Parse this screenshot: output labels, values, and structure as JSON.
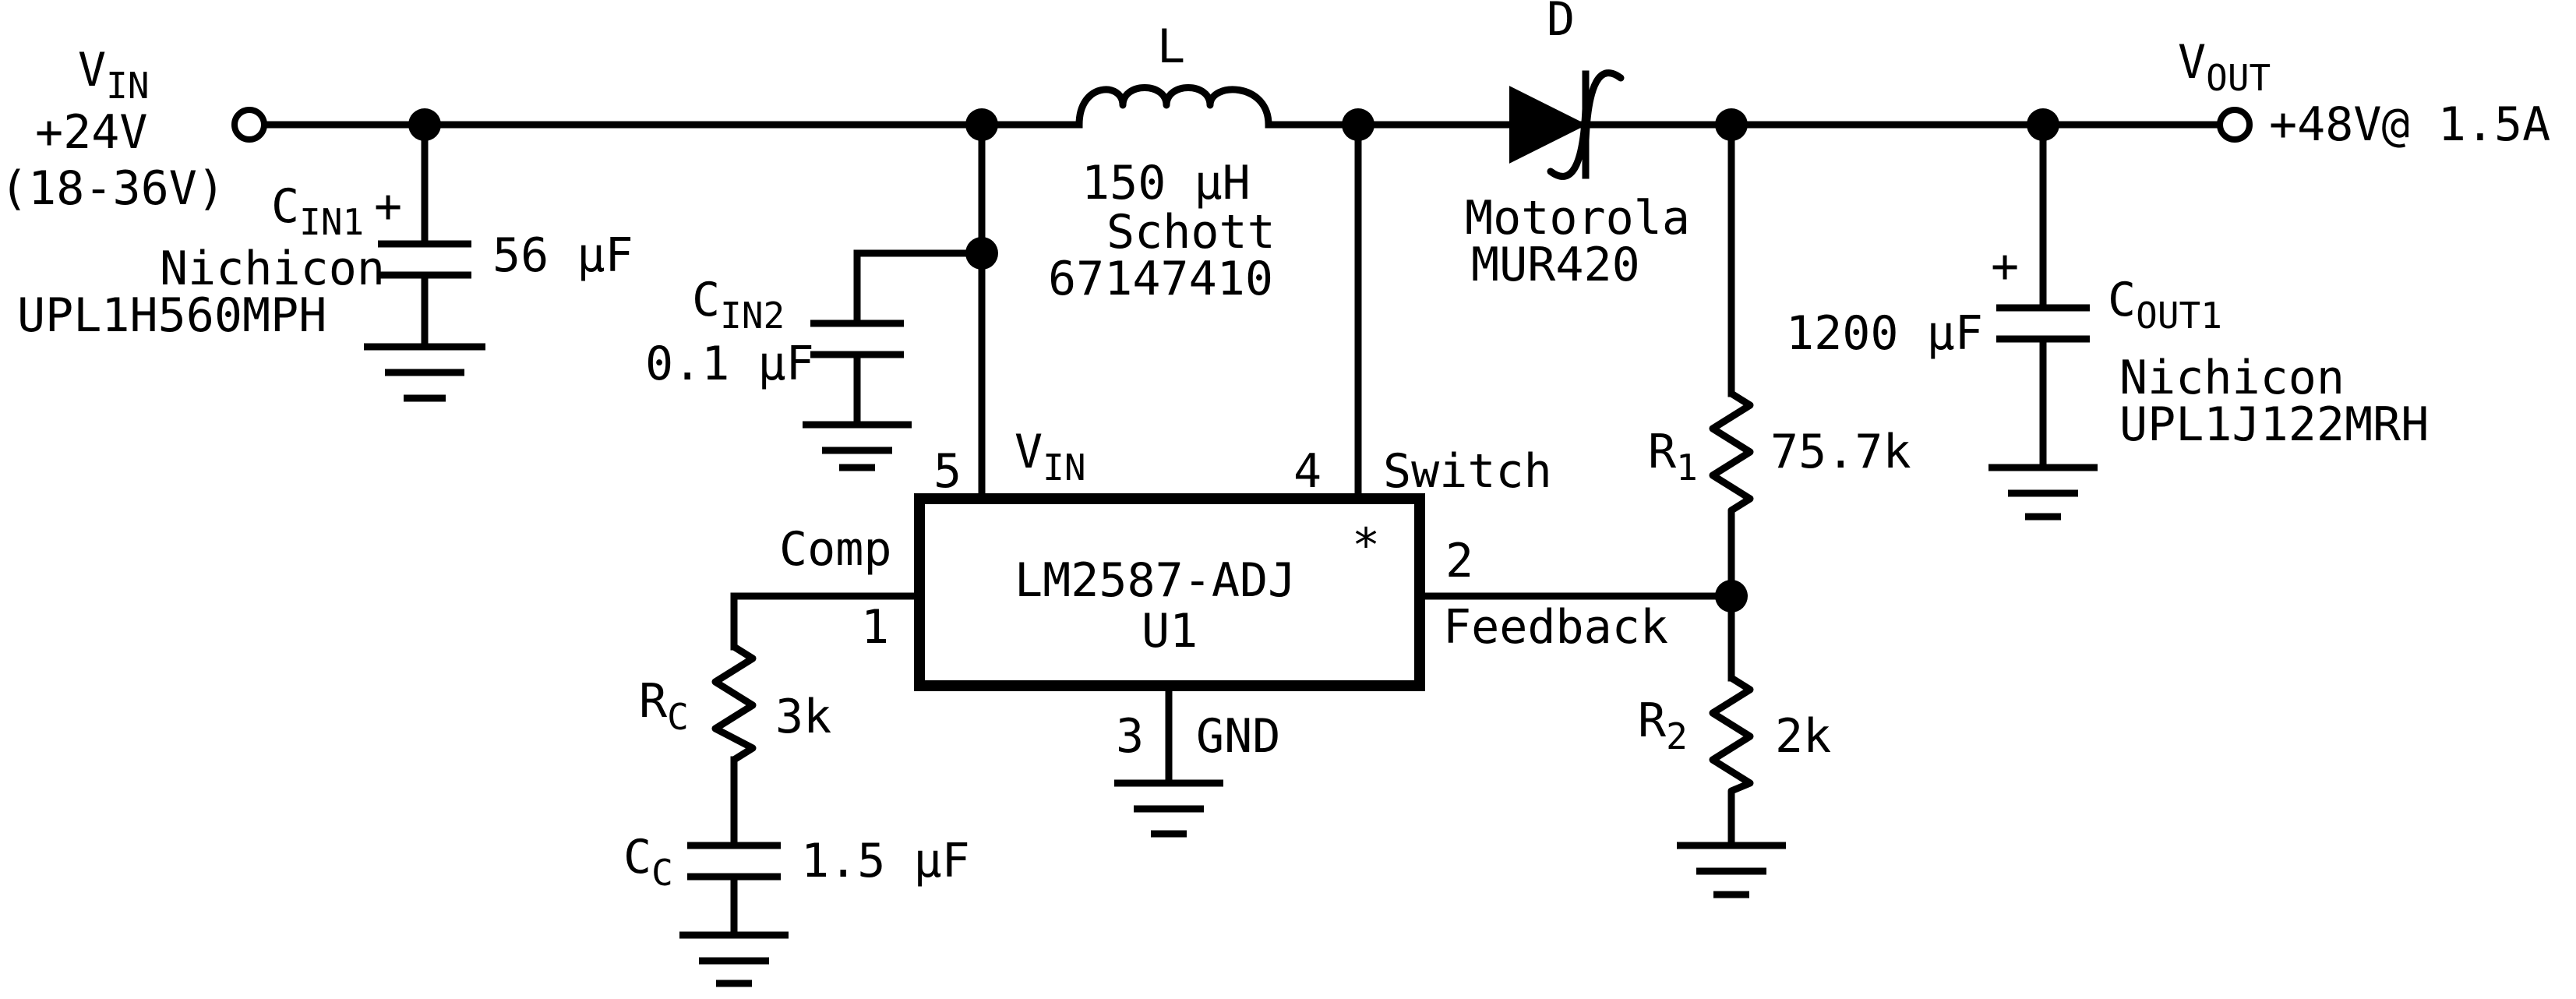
{
  "input": {
    "v_main": "V",
    "v_sub": "IN",
    "voltage": "+24V",
    "range": "(18-36V)"
  },
  "output": {
    "v_main": "V",
    "v_sub": "OUT",
    "rating": "+48V@ 1.5A"
  },
  "cin1": {
    "main": "C",
    "sub": "IN1",
    "polarity": "+",
    "value": "56 μF",
    "maker": "Nichicon",
    "part": "UPL1H560MPH"
  },
  "cin2": {
    "main": "C",
    "sub": "IN2",
    "value": "0.1 μF"
  },
  "inductor": {
    "name": "L",
    "value": "150 μH",
    "maker": "Schott",
    "part": "67147410"
  },
  "diode": {
    "name": "D",
    "maker": "Motorola",
    "part": "MUR420"
  },
  "ic": {
    "part": "LM2587-ADJ",
    "asterisk": "*",
    "ref": "U1",
    "pins": {
      "vin_number": "5",
      "vin_main": "V",
      "vin_sub": "IN",
      "switch_number": "4",
      "switch_label": "Switch",
      "comp_label": "Comp",
      "comp_number": "1",
      "feedback_number": "2",
      "feedback_label": "Feedback",
      "gnd_number": "3",
      "gnd_label": "GND"
    }
  },
  "r1": {
    "main": "R",
    "sub": "1",
    "value": "75.7k"
  },
  "r2": {
    "main": "R",
    "sub": "2",
    "value": "2k"
  },
  "rc": {
    "main": "R",
    "sub": "C",
    "value": "3k"
  },
  "cc": {
    "main": "C",
    "sub": "C",
    "value": "1.5 μF"
  },
  "cout1": {
    "main": "C",
    "sub": "OUT1",
    "polarity": "+",
    "value": "1200 μF",
    "maker": "Nichicon",
    "part": "UPL1J122MRH"
  }
}
